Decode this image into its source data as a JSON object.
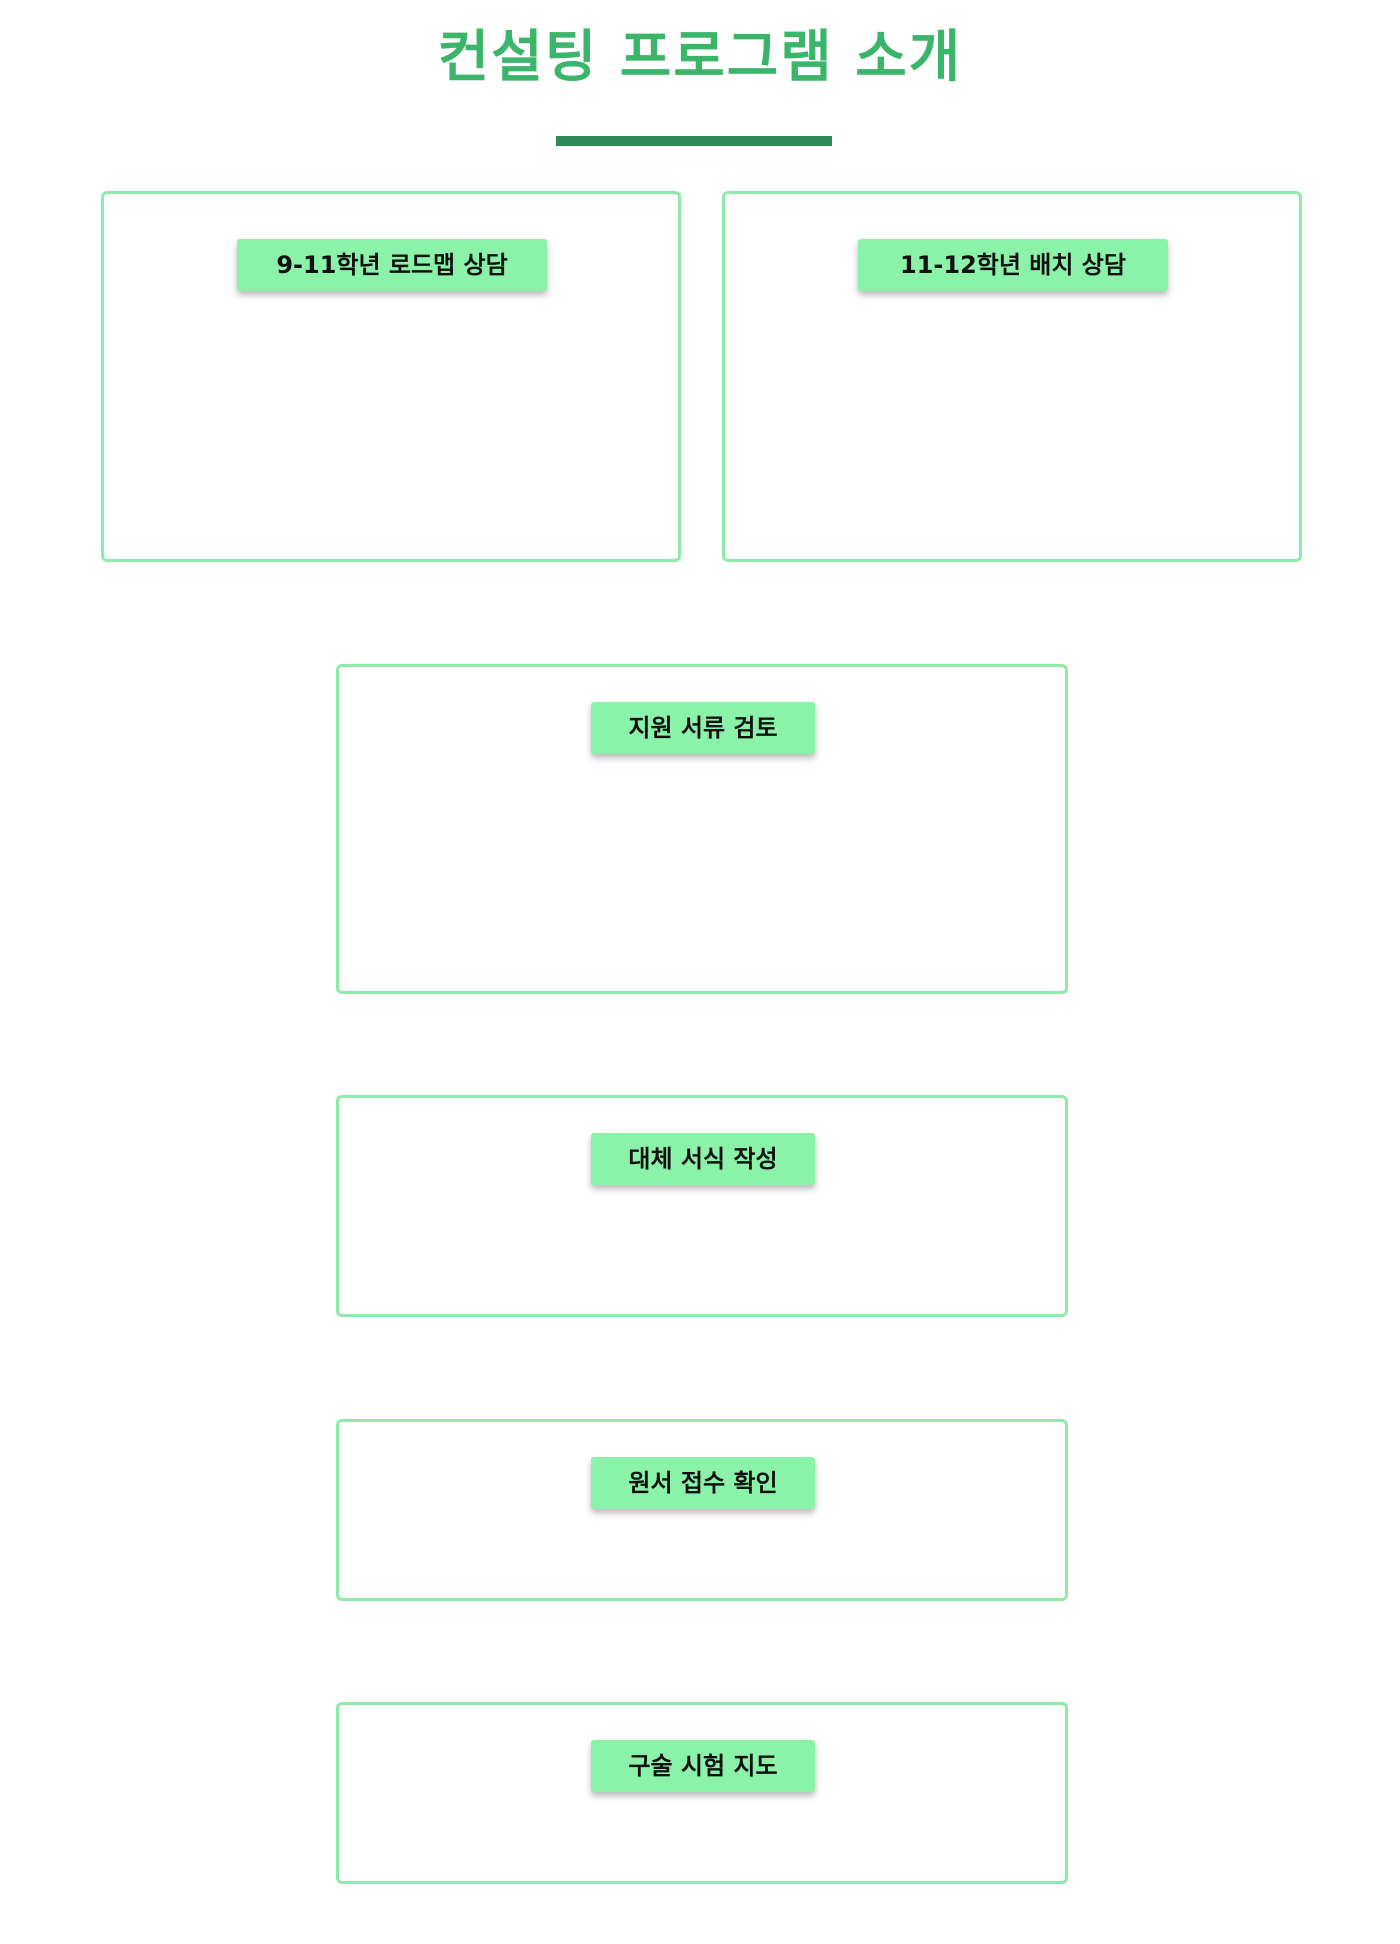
{
  "colors": {
    "title_green": "#3bb56a",
    "underline_green": "#2e8b57",
    "card_border": "#8eeaa8",
    "label_fill": "#8af2a9",
    "label_text": "#111111"
  },
  "header": {
    "title": "컨설팅 프로그램 소개"
  },
  "programs": [
    {
      "label": "9-11학년 로드맵 상담"
    },
    {
      "label": "11-12학년 배치 상담"
    },
    {
      "label": "지원 서류 검토"
    },
    {
      "label": "대체 서식 작성"
    },
    {
      "label": "원서 접수 확인"
    },
    {
      "label": "구술 시험 지도"
    }
  ]
}
